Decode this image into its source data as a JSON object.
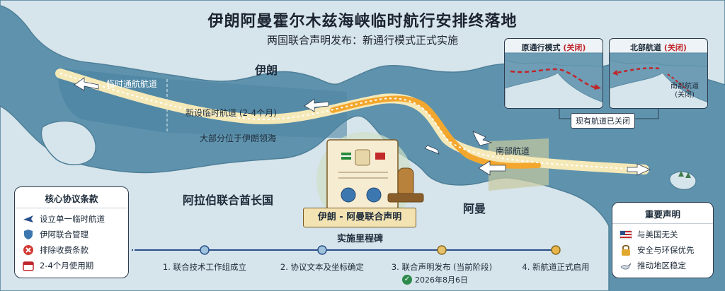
{
  "header": {
    "title": "伊朗阿曼霍尔木兹海峡临时航行安排终落地",
    "subtitle": "两国联合声明发布：新通行模式正式实施"
  },
  "map_labels": {
    "iran": "伊朗",
    "uae": "阿拉伯联合酋长国",
    "oman": "阿曼",
    "temp_channel": "临时通航航道",
    "new_lane": "新设临时航道 (2-4个月)",
    "iran_waters": "大部分位于伊朗领海",
    "south_lane": "南部航道"
  },
  "insets": {
    "original_label": "原通行模式",
    "original_status": "(关闭)",
    "north_label": "北部航道",
    "north_status": "(关闭)",
    "south_lane_label": "南部航道",
    "south_lane_status": "(关闭)",
    "closed_note": "现有航道已关闭"
  },
  "agreement": {
    "title": "核心协议条款",
    "items": [
      {
        "icon": "plane-icon",
        "label": "设立单一临时航道"
      },
      {
        "icon": "shield-icon",
        "label": "伊阿联合管理"
      },
      {
        "icon": "no-fee-icon",
        "label": "排除收费条款"
      },
      {
        "icon": "calendar-icon",
        "label": "2-4个月使用期"
      }
    ]
  },
  "statement": {
    "title": "重要声明",
    "items": [
      {
        "icon": "us-flag-icon",
        "label": "与美国无关"
      },
      {
        "icon": "lock-icon",
        "label": "安全与环保优先"
      },
      {
        "icon": "dove-icon",
        "label": "推动地区稳定"
      }
    ]
  },
  "declaration": {
    "ribbon": "伊朗 - 阿曼联合声明"
  },
  "timeline": {
    "title": "实施里程碑",
    "steps": [
      "1. 联合技术工作组成立",
      "2. 协议文本及坐标确定",
      "3. 联合声明发布 (当前阶段)",
      "4. 新航道正式启用"
    ],
    "date": "2026年8月6日"
  },
  "colors": {
    "sea": "#5f93ad",
    "land": "#d5e3ea",
    "corridor": "#f3b240",
    "highlight_zone": "#c8c99e",
    "closed_route": "#c0262a"
  }
}
